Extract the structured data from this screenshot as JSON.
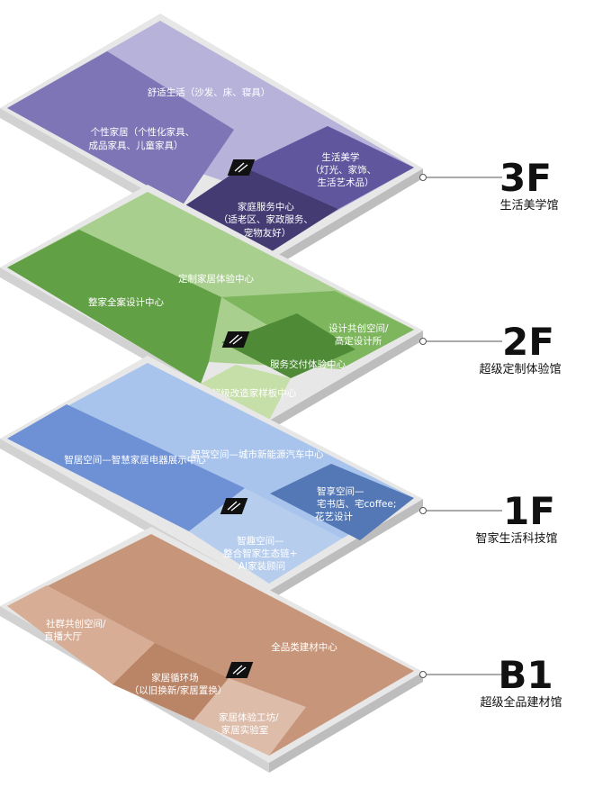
{
  "floors": [
    {
      "code": "3F",
      "name": "生活美学馆",
      "colors": {
        "light": "#B7B2DA",
        "mid": "#7D75B6",
        "dark": "#5F569E",
        "darker": "#433B72"
      },
      "zones": {
        "a": "舒适生活（沙发、床、寝具）",
        "b": [
          "个性家居（个性化家具、",
          "成品家具、儿童家具）"
        ],
        "c": [
          "生活美学",
          "（灯光、家饰、",
          "生活艺术品）"
        ],
        "d": [
          "家庭服务中心",
          "（适老区、家政服务、",
          "宠物友好）"
        ]
      }
    },
    {
      "code": "2F",
      "name": "超级定制体验馆",
      "colors": {
        "light": "#A9CF8F",
        "mid": "#62A045",
        "mid2": "#7DB65C",
        "dark": "#4F8A37",
        "pale": "#C6DEA8"
      },
      "zones": {
        "a": "定制家居体验中心",
        "b": "整家全案设计中心",
        "c": [
          "设计共创空间/",
          "高定设计所"
        ],
        "d": "服务交付体验中心",
        "e": "超级改造家样板中心"
      }
    },
    {
      "code": "1F",
      "name": "智家生活科技馆",
      "colors": {
        "light": "#A8C4EC",
        "mid": "#6E91D6",
        "dark": "#5478B5",
        "pale": "#B6CDEE"
      },
      "zones": {
        "a": "智驾空间—城市新能源汽车中心",
        "b": "智居空间—智慧家居电器展示中心",
        "c": [
          "智享空间—",
          "宅书店、宅coffee;",
          "花艺设计"
        ],
        "d": [
          "智趣空间—",
          "整合智家生态链+",
          "AI家装顾问"
        ]
      }
    },
    {
      "code": "B1",
      "name": "超级全品建材馆",
      "colors": {
        "main": "#C7967A",
        "light": "#D7AD96",
        "mid": "#BA8467",
        "pale": "#DDBCAA"
      },
      "zones": {
        "a": "全品类建材中心",
        "b": [
          "社群共创空间/",
          "直播大厅"
        ],
        "c": [
          "家居循环场",
          "（以旧换新/家居置换）"
        ],
        "d": [
          "家居体验工坊/",
          "家居实验室"
        ]
      }
    }
  ]
}
